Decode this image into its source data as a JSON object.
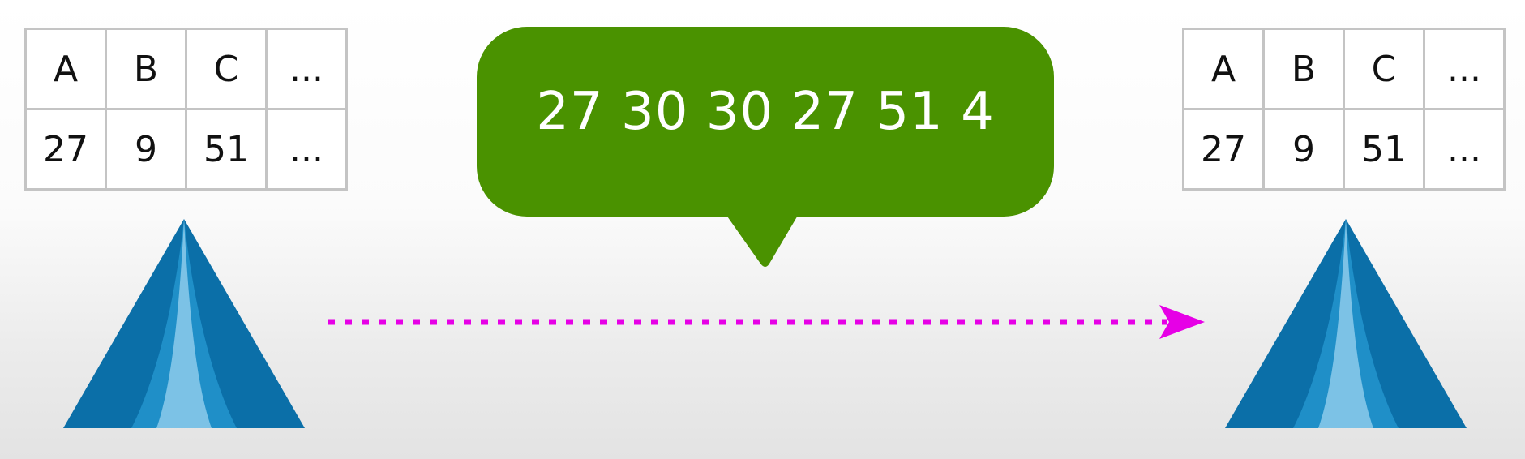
{
  "left_table": {
    "headers": [
      "A",
      "B",
      "C",
      "..."
    ],
    "values": [
      "27",
      "9",
      "51",
      "..."
    ]
  },
  "right_table": {
    "headers": [
      "A",
      "B",
      "C",
      "..."
    ],
    "values": [
      "27",
      "9",
      "51",
      "..."
    ]
  },
  "message_bubble": {
    "text": "27 30 30 27 51 4",
    "color": "#4a9200"
  },
  "colors": {
    "arrow": "#e600e6",
    "node_dark": "#0b6fa8",
    "node_mid": "#1f8fc8",
    "node_light": "#7cc2e6",
    "table_border": "#c4c4c4"
  },
  "icons": {
    "sender": "tree-node-icon",
    "receiver": "tree-node-icon"
  }
}
